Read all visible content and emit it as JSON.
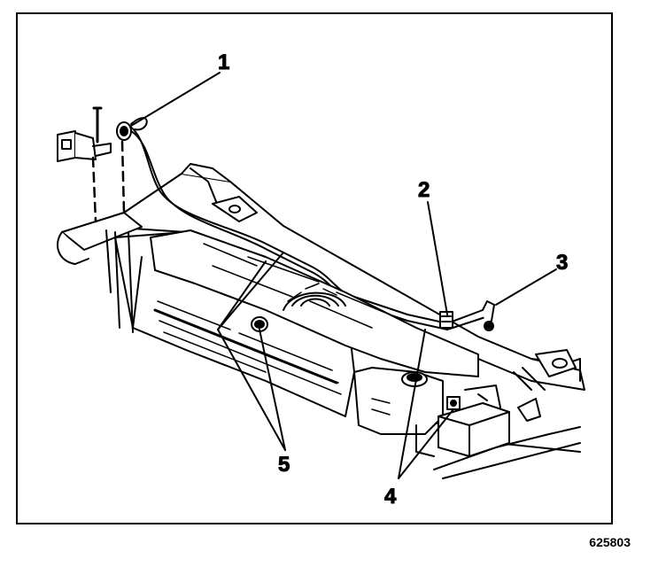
{
  "callouts": [
    "1",
    "2",
    "3",
    "4",
    "5"
  ],
  "figure_id": "625803",
  "colors": {
    "ink": "#000000",
    "paper": "#ffffff"
  }
}
